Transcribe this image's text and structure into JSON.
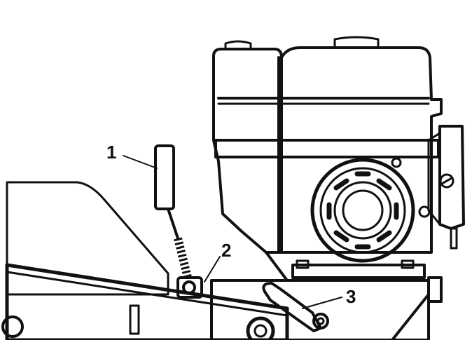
{
  "figure": {
    "callouts": [
      {
        "label": "1",
        "part": "lever"
      },
      {
        "label": "2",
        "part": "lever-bracket"
      },
      {
        "label": "3",
        "part": "lever"
      }
    ]
  },
  "colors": {
    "ink": "#111111",
    "engine_fill": "#ffffff",
    "light_gray": "#dddddd"
  }
}
